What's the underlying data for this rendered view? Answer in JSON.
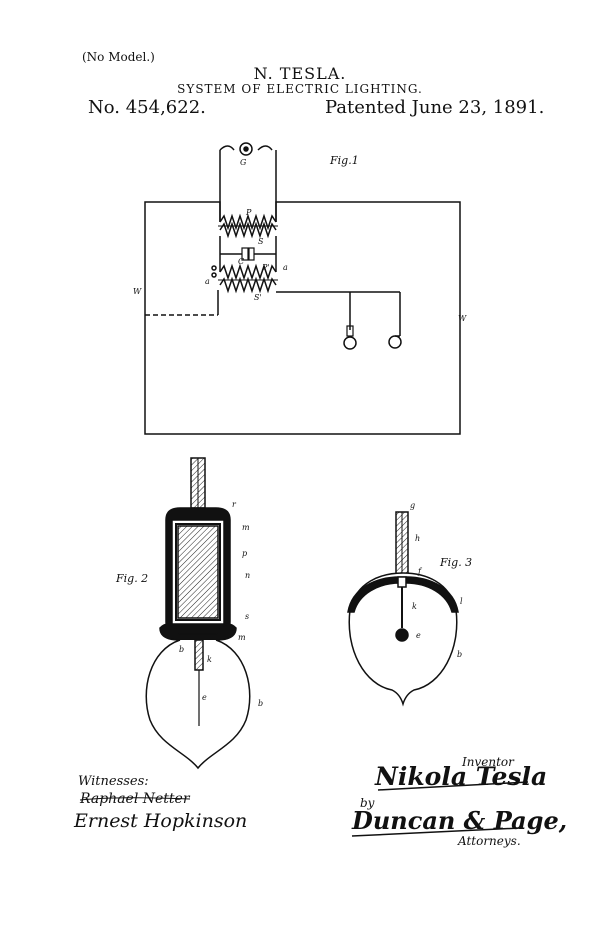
{
  "header": {
    "no_model": "(No Model.)",
    "inventor_name": "N. TESLA.",
    "title": "SYSTEM OF ELECTRIC LIGHTING.",
    "patent_number": "No. 454,622.",
    "patent_date": "Patented June 23, 1891."
  },
  "figures": {
    "fig1": {
      "label": "Fig.1",
      "letters": {
        "G": "G",
        "P": "P",
        "S": "S",
        "C": "C",
        "P2": "P'",
        "S2": "S'",
        "a": "a",
        "b": "a",
        "W_left": "W",
        "W_right": "W"
      }
    },
    "fig2": {
      "label": "Fig. 2",
      "letters": {
        "r": "r",
        "m": "m",
        "p": "p",
        "n": "n",
        "s": "s",
        "m2": "m",
        "b": "b",
        "k": "k",
        "e": "e",
        "b2": "b"
      }
    },
    "fig3": {
      "label": "Fig. 3",
      "letters": {
        "g": "g",
        "h": "h",
        "f": "f",
        "k": "k",
        "l": "l",
        "e": "e",
        "b": "b"
      }
    }
  },
  "footer": {
    "witnesses_label": "Witnesses:",
    "witness_1": "Raphael Netter",
    "witness_2": "Ernest Hopkinson",
    "inventor_label": "Inventor",
    "inventor_signature": "Nikola Tesla",
    "by_label": "by",
    "attorneys_signature": "Duncan & Page,",
    "attorneys_label": "Attorneys."
  }
}
